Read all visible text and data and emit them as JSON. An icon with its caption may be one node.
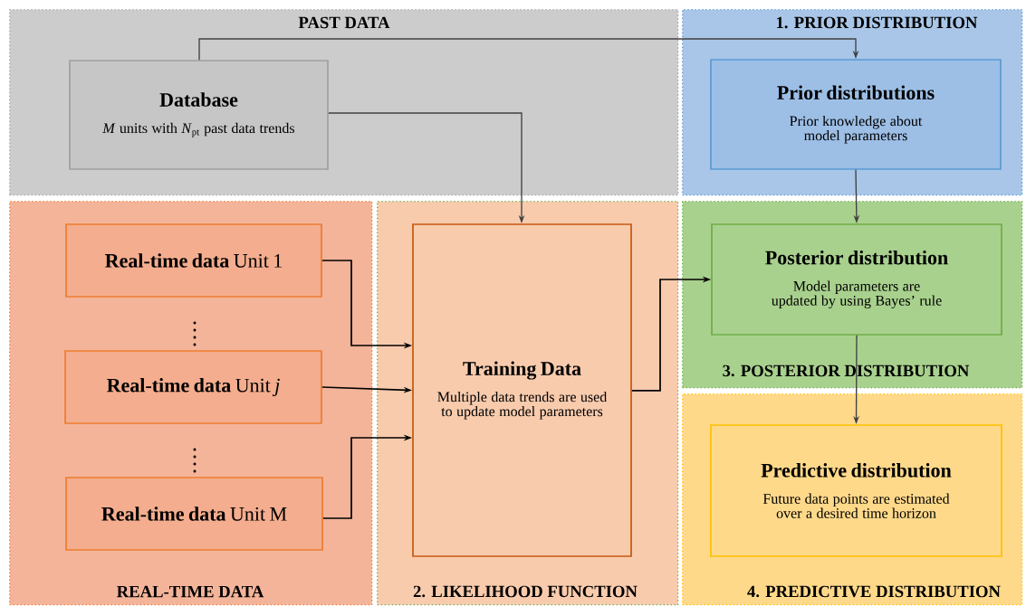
{
  "diagram": {
    "nodes": [
      {
        "text": [
          "PAST DATA"
        ]
      },
      {
        "text": [
          "Database",
          "*M* units with *N*$_{pt}$ past data trends"
        ],
        "in": 0
      },
      {
        "text": [
          "1.   PRIOR DISTRIBUTION"
        ]
      },
      {
        "text": [
          "Prior distributions",
          "Prior knowledge about model parameters"
        ],
        "in": 2
      },
      {
        "text": [
          "REAL-TIME DATA"
        ]
      },
      {
        "text": [
          "**Real-time data** Unit 1"
        ],
        "in": 4
      },
      {
        "text": [
          "**Real-time data** Unit *j*"
        ],
        "in": 4
      },
      {
        "text": [
          "**Real-time data** Unit M"
        ],
        "in": 4
      },
      {
        "text": [
          "2.  LIKELIHOOD FUNCTION"
        ]
      },
      {
        "text": [
          "Training Data",
          "Multiple data trends are used to update model parameters"
        ],
        "in": 8
      },
      {
        "text": [
          "3.   POSTERIOR DISTRIBUTION"
        ]
      },
      {
        "text": [
          "Posterior distribution",
          "Model parameters are updated by using Bayes’ rule"
        ],
        "in": 10
      },
      {
        "text": [
          "4.   PREDICTIVE DISTRIBUTION"
        ]
      },
      {
        "text": [
          "Predictive distribution",
          "Future data points are estimated over a desired time horizon"
        ],
        "in": 12
      }
    ],
    "edges": [
      {
        "from": 1,
        "to": 3,
        "arrow": "to"
      },
      {
        "from": 1,
        "to": 9,
        "arrow": "to"
      },
      {
        "from": 5,
        "to": 9,
        "arrow": "to"
      },
      {
        "from": 6,
        "to": 9,
        "arrow": "to"
      },
      {
        "from": 7,
        "to": 9,
        "arrow": "to"
      },
      {
        "from": 9,
        "to": 11,
        "arrow": "to"
      },
      {
        "from": 3,
        "to": 11,
        "arrow": "to"
      },
      {
        "from": 11,
        "to": 13,
        "arrow": "to"
      }
    ]
  }
}
